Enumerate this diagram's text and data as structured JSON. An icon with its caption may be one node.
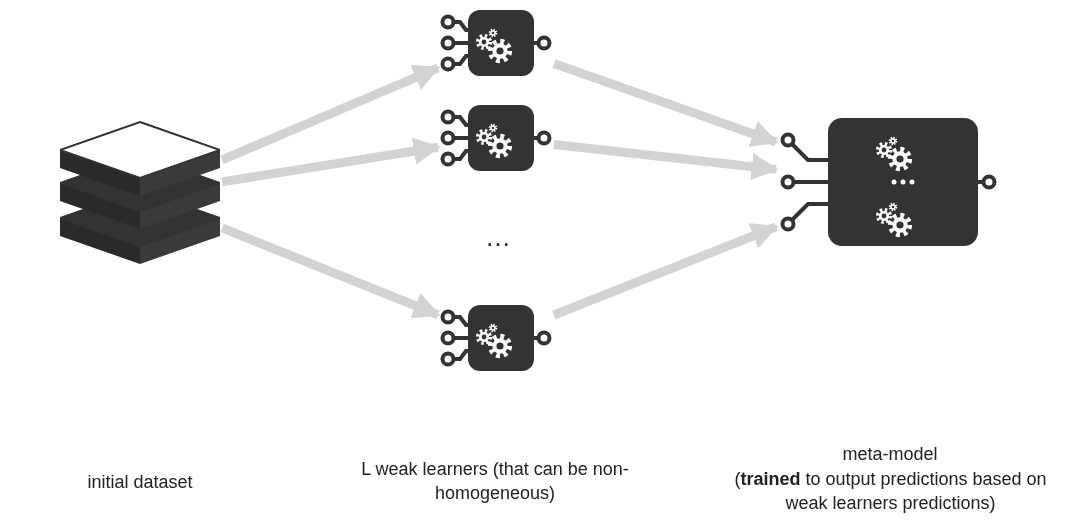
{
  "diagram": {
    "nodes": [
      {
        "text": [],
        "shape": "picture"
      },
      {
        "text": [],
        "shape": "picture"
      },
      {
        "text": [],
        "shape": "picture"
      },
      {
        "text": [],
        "shape": "picture"
      },
      {
        "text": [],
        "shape": "picture"
      }
    ],
    "edges": [
      {
        "from": 0,
        "to": 1,
        "arrow": "to"
      },
      {
        "from": 0,
        "to": 2,
        "arrow": "to"
      },
      {
        "from": 0,
        "to": 3,
        "arrow": "to"
      },
      {
        "from": 1,
        "to": 4,
        "arrow": "to"
      },
      {
        "from": 2,
        "to": 4,
        "arrow": "to"
      },
      {
        "from": 3,
        "to": 4,
        "arrow": "to"
      }
    ],
    "labels": [
      "…",
      "initial dataset",
      "L weak learners (that can be non-homogeneous)",
      "meta-model",
      "(**trained** to output predictions based on weak learners predictions)"
    ]
  }
}
